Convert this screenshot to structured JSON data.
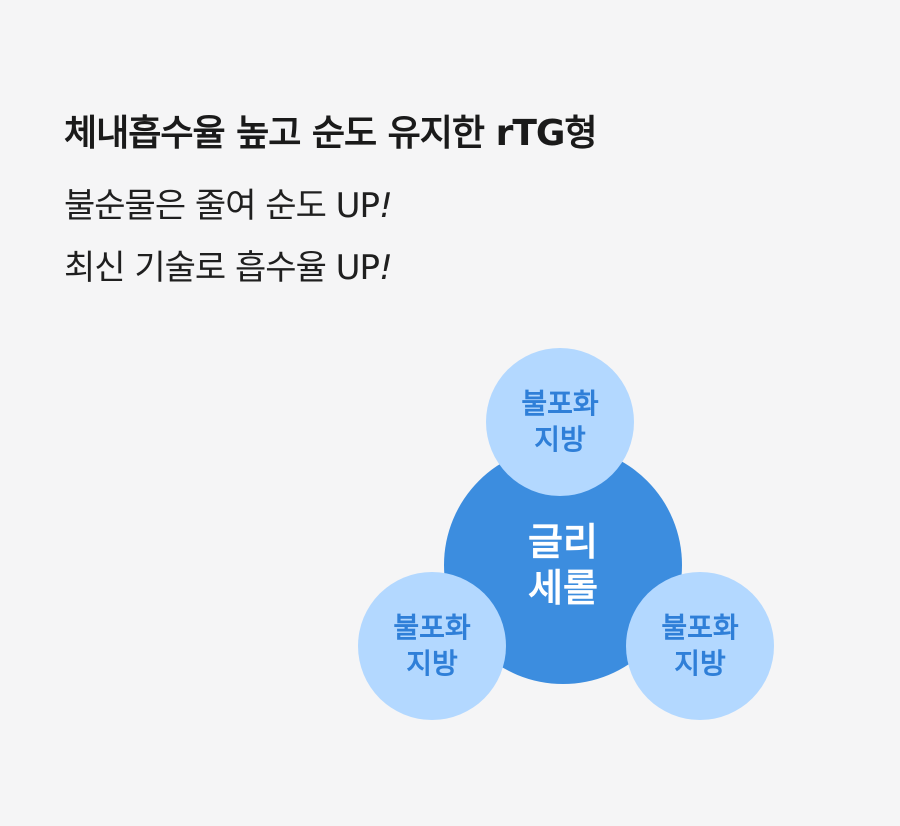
{
  "heading": {
    "title": "체내흡수율 높고 순도 유지한 rTG형",
    "line1_text": "불순물은 줄여 순도 UP",
    "line1_mark": "!",
    "line2_text": "최신 기술로 흡수율 UP",
    "line2_mark": "!"
  },
  "diagram": {
    "center": {
      "line1": "글리",
      "line2": "세롤",
      "color": "#3c8ddf"
    },
    "satellites": [
      {
        "line1": "불포화",
        "line2": "지방"
      },
      {
        "line1": "불포화",
        "line2": "지방"
      },
      {
        "line1": "불포화",
        "line2": "지방"
      }
    ],
    "satellite_fill": "#b3d8ff",
    "satellite_text_color": "#2f7fd8"
  }
}
